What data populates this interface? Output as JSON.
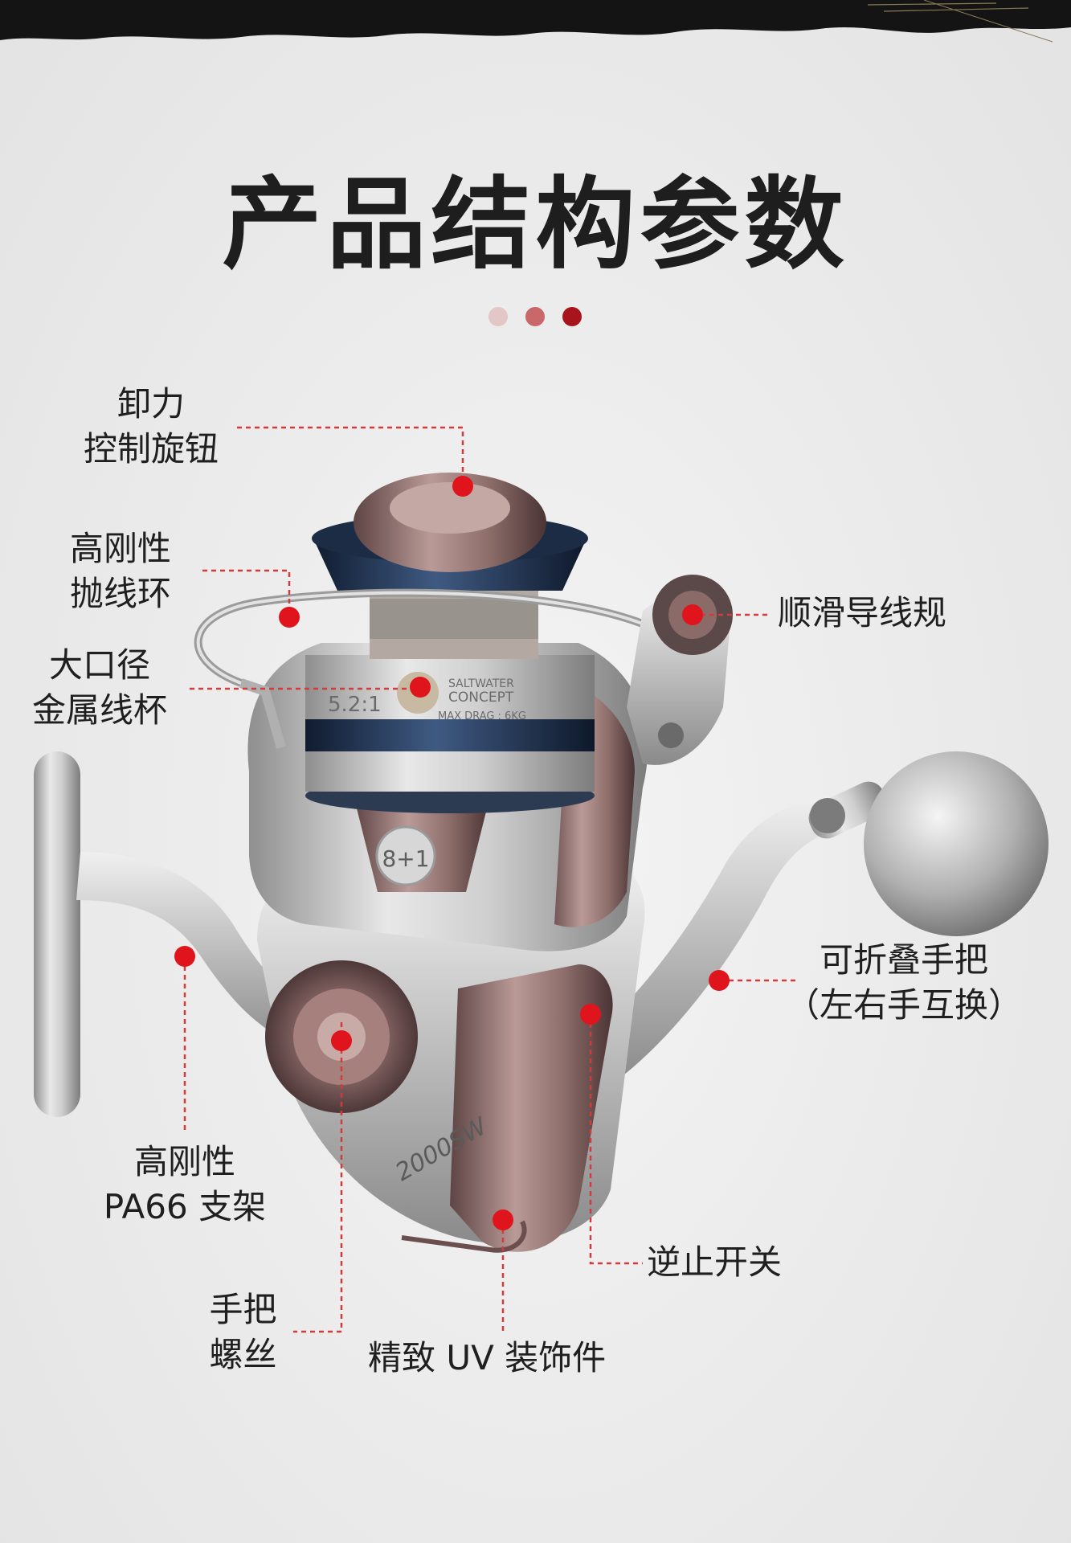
{
  "title": "产品结构参数",
  "colors": {
    "accent": "#e0141c",
    "leader": "#d23b3b",
    "dot_light": "#e3c6c6",
    "dot_mid": "#c9676b",
    "dot_dark": "#a8141c",
    "title": "#1e1e1e"
  },
  "labels": {
    "drag_knob": [
      "卸力",
      "控制旋钮"
    ],
    "bail_wire": [
      "高刚性",
      "抛线环"
    ],
    "spool": [
      "大口径",
      "金属线杯"
    ],
    "line_roller": "顺滑导线规",
    "handle": [
      "可折叠手把",
      "（左右手互换）"
    ],
    "frame": [
      "高刚性",
      "PA66 支架"
    ],
    "stop_switch": "逆止开关",
    "handle_screw": [
      "手把",
      "螺丝"
    ],
    "uv_trim": "精致 UV 装饰件"
  },
  "reel_markings": {
    "line1": "SALTWATER",
    "line2": "CONCEPT",
    "line3": "MAX DRAG : 6KG",
    "gear_ratio": "5.2:1",
    "bearings": "8+1",
    "model": "2000SW"
  }
}
